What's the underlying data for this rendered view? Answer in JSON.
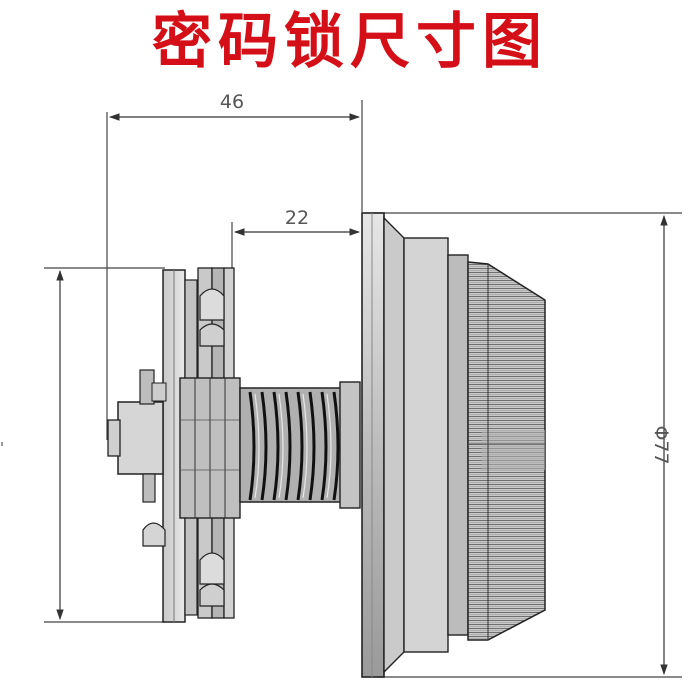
{
  "title": "密码锁尺寸图",
  "dimensions": {
    "overall_length": "46",
    "shaft_length": "22",
    "diameter": "Φ77"
  },
  "colors": {
    "title": "#d40f17",
    "line": "#222222",
    "dim_line": "#333333",
    "part_fill": "#b8b8b8",
    "part_light": "#d9d9d9",
    "part_dark": "#8a8a8a"
  }
}
